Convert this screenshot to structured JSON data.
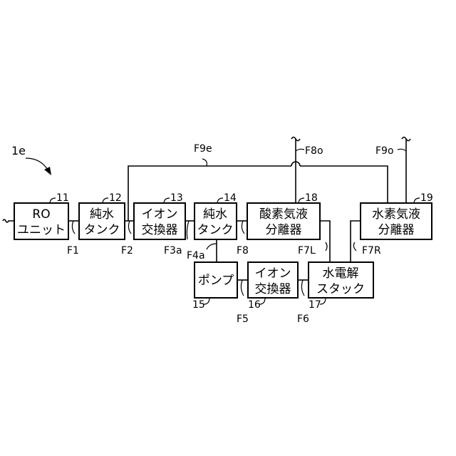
{
  "system_label": "1e",
  "blocks": {
    "ro_unit": {
      "ref": "11",
      "lines": [
        "RO",
        "ユニット"
      ]
    },
    "pure_tank_1": {
      "ref": "12",
      "lines": [
        "純水",
        "タンク"
      ]
    },
    "ion_exchanger_1": {
      "ref": "13",
      "lines": [
        "イオン",
        "交換器"
      ]
    },
    "pure_tank_2": {
      "ref": "14",
      "lines": [
        "純水",
        "タンク"
      ]
    },
    "pump": {
      "ref": "15",
      "lines": [
        "ポンプ"
      ]
    },
    "ion_exchanger_2": {
      "ref": "16",
      "lines": [
        "イオン",
        "交換器"
      ]
    },
    "electrolysis": {
      "ref": "17",
      "lines": [
        "水電解",
        "スタック"
      ]
    },
    "oxygen_separator": {
      "ref": "18",
      "lines": [
        "酸素気液",
        "分離器"
      ]
    },
    "hydrogen_separator": {
      "ref": "19",
      "lines": [
        "水素気液",
        "分離器"
      ]
    }
  },
  "flows": {
    "f1": "F1",
    "f2": "F2",
    "f3a": "F3a",
    "f4a": "F4a",
    "f5": "F5",
    "f6": "F6",
    "f7l": "F7L",
    "f7r": "F7R",
    "f8": "F8",
    "f8o": "F8o",
    "f9e": "F9e",
    "f9o": "F9o"
  }
}
